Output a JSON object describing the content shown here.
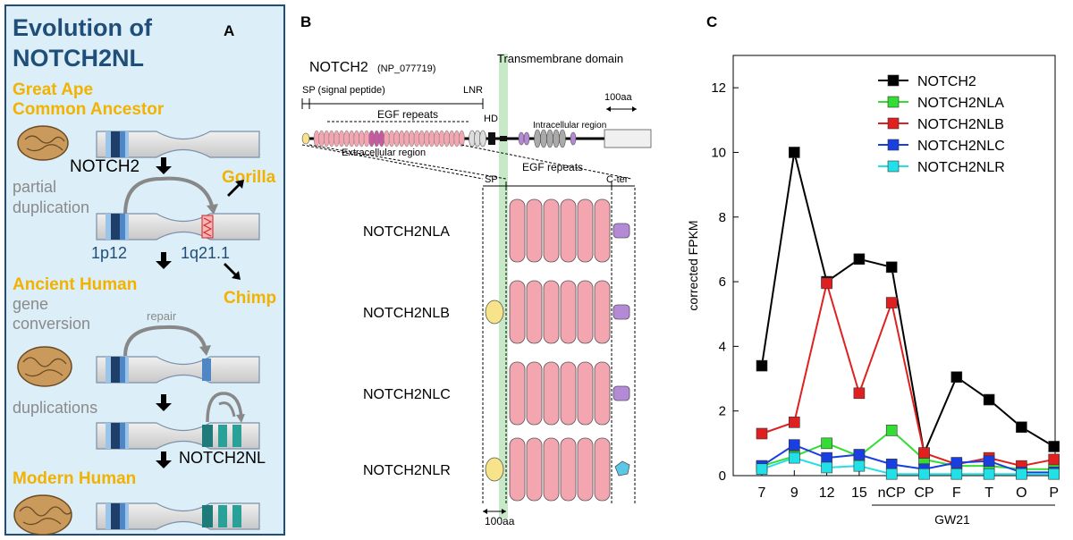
{
  "panel_a": {
    "letter": "A",
    "title_line1": "Evolution of",
    "title_line2": "NOTCH2NL",
    "stage1_line1": "Great Ape",
    "stage1_line2": "Common Ancestor",
    "gene_label": "NOTCH2",
    "partial_line1": "partial",
    "partial_line2": "duplication",
    "gorilla": "Gorilla",
    "locus1": "1p12",
    "locus2": "1q21.1",
    "chimp": "Chimp",
    "stage2": "Ancient Human",
    "gc_line1": "gene",
    "gc_line2": "conversion",
    "repair": "repair",
    "duplications": "duplications",
    "nl_label": "NOTCH2NL",
    "stage3": "Modern Human",
    "colors": {
      "panel_bg": "#dceef8",
      "title": "#1f4e79",
      "stage": "#f2b200",
      "chrom": "#d9d9d9",
      "band_dark": "#1f3f6b",
      "band_teal": "#2aa198"
    }
  },
  "panel_b": {
    "letter": "B",
    "notch2_title": "NOTCH2",
    "accession": "(NP_077719)",
    "tm_label": "Transmembrane domain",
    "sp_label": "SP (signal peptide)",
    "lnr": "LNR",
    "egf_repeats": "EGF repeats",
    "hd": "HD",
    "scale_top": "100aa",
    "intracellular": "Intracellular region",
    "extracellular": "Extracellular region",
    "sp_short": "SP",
    "egf_repeats_2": "EGF repeats",
    "cter": "C-ter",
    "proteins": [
      "NOTCH2NLA",
      "NOTCH2NLB",
      "NOTCH2NLC",
      "NOTCH2NLR"
    ],
    "scale_bottom": "100aa",
    "colors": {
      "egf": "#f4a6b0",
      "sp": "#f7e38a",
      "cter": "#b48ad6",
      "cter_r": "#5bc8e8",
      "tm": "#b9e3b9"
    }
  },
  "panel_c": {
    "letter": "C",
    "chart_data": {
      "type": "line",
      "categories": [
        "7",
        "9",
        "12",
        "15",
        "nCP",
        "CP",
        "F",
        "T",
        "O",
        "P"
      ],
      "ylabel": "corrected FPKM",
      "xgroup_label": "GW21",
      "ylim": [
        0,
        13
      ],
      "yticks": [
        0,
        2,
        4,
        6,
        8,
        10,
        12
      ],
      "legend_position": "top-right",
      "series": [
        {
          "name": "NOTCH2",
          "color": "#000000",
          "values": [
            3.4,
            10.0,
            6.0,
            6.7,
            6.45,
            0.7,
            3.05,
            2.35,
            1.5,
            0.9
          ]
        },
        {
          "name": "NOTCH2NLA",
          "color": "#33dd33",
          "values": [
            0.3,
            0.6,
            1.0,
            0.6,
            1.4,
            0.5,
            0.3,
            0.3,
            0.2,
            0.2
          ]
        },
        {
          "name": "NOTCH2NLB",
          "color": "#e02020",
          "values": [
            1.3,
            1.65,
            5.95,
            2.55,
            5.35,
            0.7,
            0.35,
            0.55,
            0.3,
            0.5
          ]
        },
        {
          "name": "NOTCH2NLC",
          "color": "#1a3fe0",
          "values": [
            0.3,
            0.95,
            0.55,
            0.65,
            0.35,
            0.2,
            0.4,
            0.45,
            0.1,
            0.1
          ]
        },
        {
          "name": "NOTCH2NLR",
          "color": "#22e0e8",
          "values": [
            0.2,
            0.55,
            0.25,
            0.3,
            0.05,
            0.05,
            0.05,
            0.05,
            0.05,
            0.05
          ]
        }
      ]
    }
  }
}
